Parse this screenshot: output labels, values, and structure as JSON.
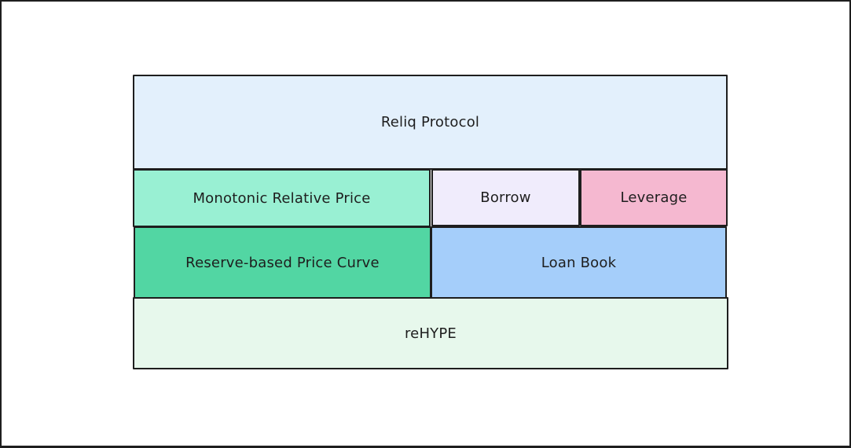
{
  "diagram": {
    "title": "Reliq Protocol layered architecture",
    "layers": [
      {
        "id": "reliq",
        "label": "Reliq Protocol",
        "fill": "#e3f0fc"
      },
      {
        "id": "monotonic",
        "label": "Monotonic Relative Price",
        "fill": "#99f0d3"
      },
      {
        "id": "borrow",
        "label": "Borrow",
        "fill": "#f0ecfc"
      },
      {
        "id": "leverage",
        "label": "Leverage",
        "fill": "#f5b8d0"
      },
      {
        "id": "reserve",
        "label": "Reserve-based Price Curve",
        "fill": "#52d6a3"
      },
      {
        "id": "loanbook",
        "label": "Loan Book",
        "fill": "#a5cefa"
      },
      {
        "id": "rehype",
        "label": "reHYPE",
        "fill": "#e7f8ec"
      }
    ],
    "stroke_color": "#1e1e1e",
    "text_color": "#1e1e1e",
    "background": "#ffffff"
  }
}
